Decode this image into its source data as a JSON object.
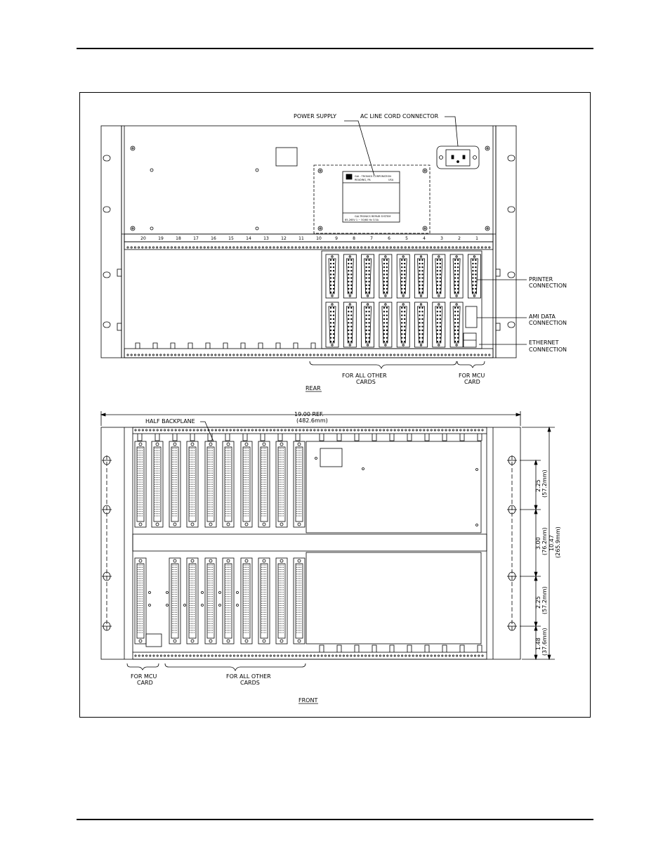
{
  "rear": {
    "labels": {
      "power_supply": "POWER SUPPLY",
      "ac_line_cord": "AC LINE CORD CONNECTOR",
      "printer_1": "PRINTER",
      "printer_2": "CONNECTION",
      "ami_1": "AMI DATA",
      "ami_2": "CONNECTION",
      "ethernet_1": "ETHERNET",
      "ethernet_2": "CONNECTION",
      "other_1": "FOR ALL OTHER",
      "other_2": "CARDS",
      "mcu_1": "FOR MCU",
      "mcu_2": "CARD",
      "view": "REAR"
    },
    "slot_numbers": [
      "20",
      "19",
      "18",
      "17",
      "16",
      "15",
      "14",
      "13",
      "12",
      "11",
      "10",
      "9",
      "8",
      "7",
      "6",
      "5",
      "4",
      "3",
      "2",
      "1"
    ],
    "nameplate": {
      "line1": "GAI - TRONICS CORPORATION",
      "line2": "READING, PA",
      "line3": "USA",
      "line4": "GAI-TRONICS REPAIR SYSTEM",
      "line5": "85-265V 1 ~ 50/60 Hz 3.5A"
    }
  },
  "front": {
    "labels": {
      "half_backplane": "HALF BACKPLANE",
      "mcu_1": "FOR MCU",
      "mcu_2": "CARD",
      "other_1": "FOR ALL OTHER",
      "other_2": "CARDS",
      "view": "FRONT"
    },
    "dimensions": {
      "width": "19.00 REF.",
      "width_mm": "(482.6mm)",
      "d1": "2.25",
      "d1_mm": "(57.2mm)",
      "d2": "3.00",
      "d2_mm": "(76.2mm)",
      "total": "10.47",
      "total_mm": "(265.9mm)",
      "d3": "2.25",
      "d3_mm": "(57.2mm)",
      "d4": "1.48",
      "d4_mm": "(37.6mm)"
    }
  }
}
